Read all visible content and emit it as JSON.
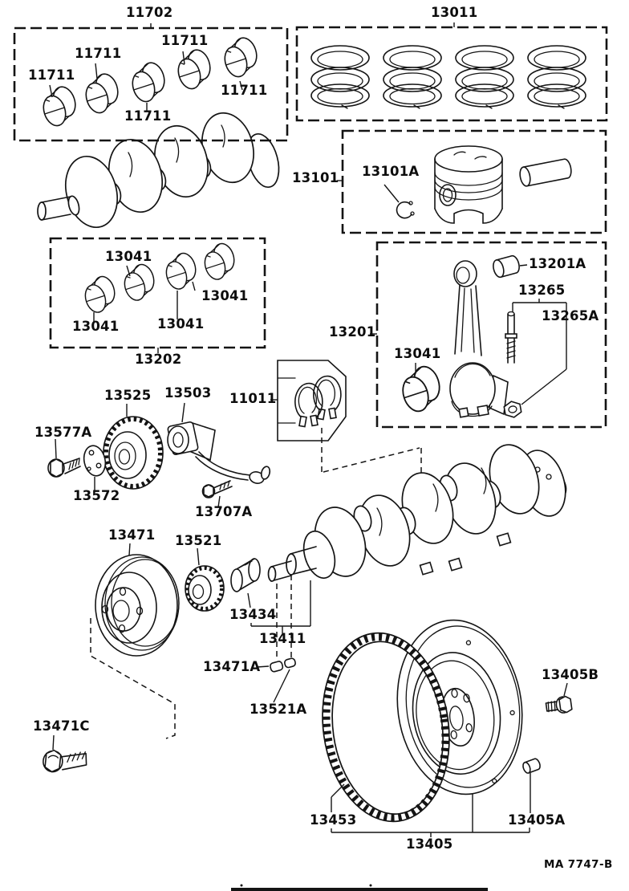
{
  "page": {
    "footer_code": "MA 7747-B",
    "ink_color": "#141414",
    "paper_color": "#ffffff"
  },
  "callouts": [
    {
      "part": "11702"
    },
    {
      "part": "13011"
    },
    {
      "part": "11711"
    },
    {
      "part": "11711"
    },
    {
      "part": "11711"
    },
    {
      "part": "11711"
    },
    {
      "part": "11711"
    },
    {
      "part": "13101"
    },
    {
      "part": "13101A"
    },
    {
      "part": "13041"
    },
    {
      "part": "13041"
    },
    {
      "part": "13041"
    },
    {
      "part": "13041"
    },
    {
      "part": "13202"
    },
    {
      "part": "13201"
    },
    {
      "part": "13201A"
    },
    {
      "part": "13265"
    },
    {
      "part": "13265A"
    },
    {
      "part": "13041"
    },
    {
      "part": "11011"
    },
    {
      "part": "13525"
    },
    {
      "part": "13503"
    },
    {
      "part": "13577A"
    },
    {
      "part": "13572"
    },
    {
      "part": "13707A"
    },
    {
      "part": "13471"
    },
    {
      "part": "13521"
    },
    {
      "part": "13434"
    },
    {
      "part": "13411"
    },
    {
      "part": "13471A"
    },
    {
      "part": "13521A"
    },
    {
      "part": "13471C"
    },
    {
      "part": "13405B"
    },
    {
      "part": "13453"
    },
    {
      "part": "13405A"
    },
    {
      "part": "13405"
    }
  ]
}
